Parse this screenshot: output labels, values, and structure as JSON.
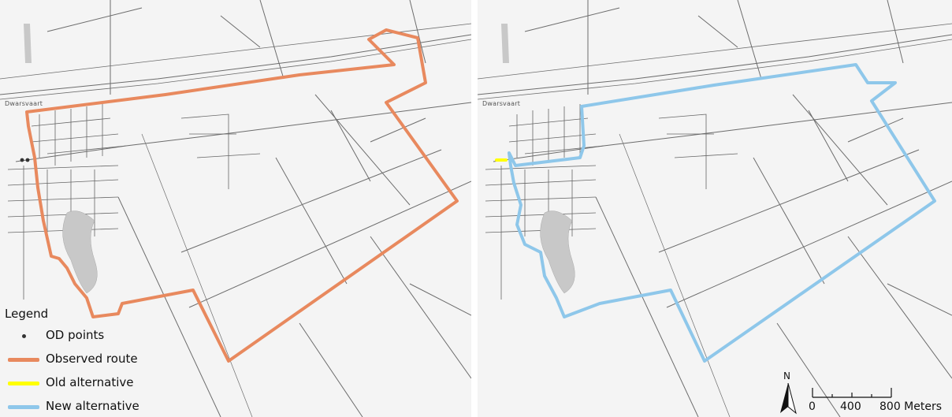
{
  "map": {
    "place_label": "Dwarsvaart",
    "legend": {
      "title": "Legend",
      "items": [
        {
          "label": "OD points",
          "color": "#333333"
        },
        {
          "label": "Observed route",
          "color": "#e8895e"
        },
        {
          "label": "Old alternative",
          "color": "#ffff00"
        },
        {
          "label": "New alternative",
          "color": "#8ec7ea"
        }
      ]
    },
    "north_arrow": {
      "label": "N"
    },
    "scale_bar": {
      "ticks": [
        "0",
        "400",
        "800 Meters"
      ]
    },
    "colors": {
      "background": "#f4f4f4",
      "road": "#555555",
      "water": "#c8c8c8"
    }
  }
}
